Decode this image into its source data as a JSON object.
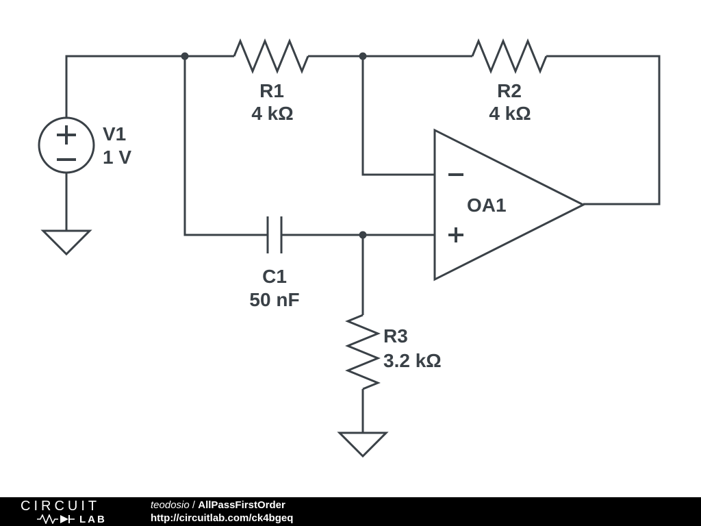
{
  "schematic": {
    "v1": {
      "ref": "V1",
      "value": "1 V"
    },
    "r1": {
      "ref": "R1",
      "value": "4 kΩ"
    },
    "r2": {
      "ref": "R2",
      "value": "4 kΩ"
    },
    "c1": {
      "ref": "C1",
      "value": "50 nF"
    },
    "r3": {
      "ref": "R3",
      "value": "3.2 kΩ"
    },
    "oa1": {
      "ref": "OA1"
    }
  },
  "footer": {
    "logo_top": "CIRCUIT",
    "logo_bottom": "LAB",
    "author": "teodosio",
    "separator": " / ",
    "title": "AllPassFirstOrder",
    "url": "http://circuitlab.com/ck4bgeq"
  },
  "colors": {
    "wire": "#3a4147",
    "background": "#ffffff",
    "footer_background": "#000000",
    "footer_text": "#ffffff"
  }
}
